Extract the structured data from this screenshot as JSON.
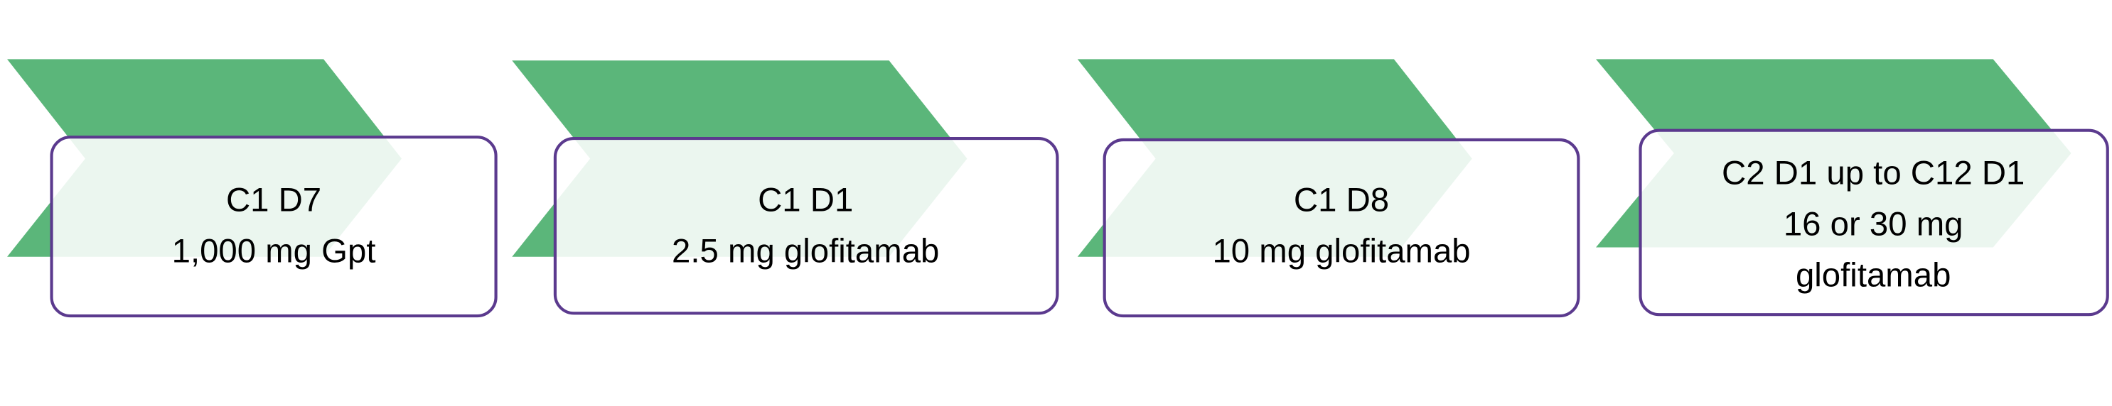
{
  "colors": {
    "chevron": "#5bb67a",
    "box_border": "#5b3a8e"
  },
  "steps": [
    {
      "lines": [
        "C1 D7",
        "1,000 mg Gpt"
      ]
    },
    {
      "lines": [
        "C1 D1",
        "2.5 mg glofitamab"
      ]
    },
    {
      "lines": [
        "C1 D8",
        "10 mg glofitamab"
      ]
    },
    {
      "lines": [
        "C2 D1 up to C12 D1",
        "16 or 30 mg",
        "glofitamab"
      ]
    }
  ]
}
